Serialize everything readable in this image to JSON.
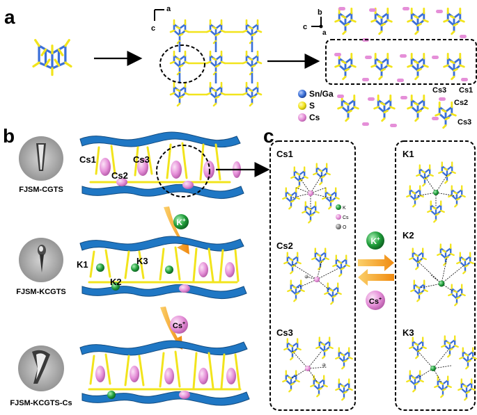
{
  "panels": {
    "a": {
      "letter": "a",
      "axes1": {
        "h": "a",
        "v": "c"
      },
      "axes2": {
        "h": "c",
        "v": "b",
        "o": "a"
      },
      "legend": [
        "Sn/Ga",
        "S",
        "Cs"
      ],
      "cs_labels": [
        "Cs1",
        "Cs2",
        "Cs3",
        "Cs3"
      ]
    },
    "b": {
      "letter": "b",
      "samples": [
        "FJSM-CGTS",
        "FJSM-KCGTS",
        "FJSM-KCGTS-Cs"
      ],
      "row1_labels": [
        "Cs1",
        "Cs2",
        "Cs3"
      ],
      "row2_labels": [
        "K1",
        "K2",
        "K3"
      ],
      "ion_k": {
        "base": "K",
        "sup": "+"
      },
      "ion_cs": {
        "base": "Cs",
        "sup": "+"
      }
    },
    "c": {
      "letter": "c",
      "left_labels": [
        "Cs1",
        "Cs2",
        "Cs3"
      ],
      "right_labels": [
        "K1",
        "K2",
        "K3"
      ],
      "legend": [
        "K",
        "Cs",
        "O"
      ],
      "ion_k": {
        "base": "K",
        "sup": "+"
      },
      "ion_cs": {
        "base": "Cs",
        "sup": "+"
      }
    }
  },
  "colors": {
    "sn_ga": "#3a6fd8",
    "s": "#f2e41c",
    "cs": "#e58fd8",
    "k": "#1f9d3a",
    "o": "#8a8a8a",
    "ribbon": "#1f77c4",
    "arrow": "#f4a11d"
  }
}
